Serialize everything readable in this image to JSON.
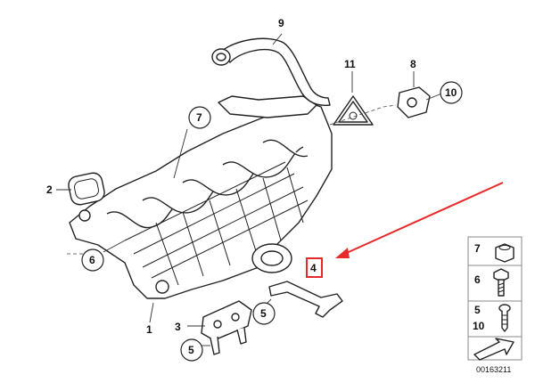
{
  "callouts": {
    "c1": "1",
    "c2": "2",
    "c3": "3",
    "c4": "4",
    "c5a": "5",
    "c5b": "5",
    "c6": "6",
    "c7": "7",
    "c8": "8",
    "c9": "9",
    "c10": "10",
    "c11": "11"
  },
  "legend": {
    "rows": [
      {
        "label": "7"
      },
      {
        "label": "6"
      },
      {
        "label_top": "5",
        "label_bottom": "10"
      }
    ]
  },
  "reference_number": "00163211",
  "colors": {
    "highlight": "#e8292a",
    "ink": "#222222"
  }
}
